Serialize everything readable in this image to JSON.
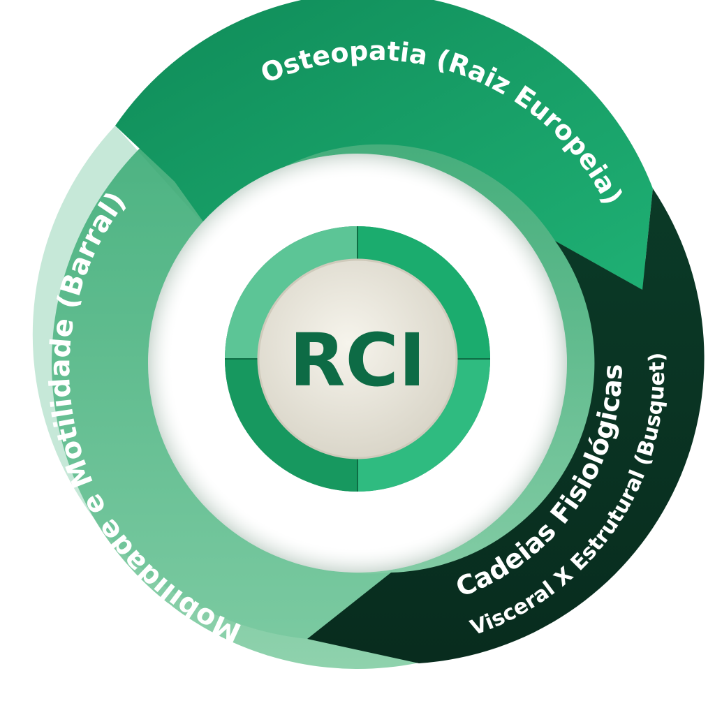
{
  "center": {
    "label": "RCI"
  },
  "segments": [
    {
      "id": "osteopatia",
      "label": "Osteopatia (Raiz Europeia)",
      "color": "#1fa46b"
    },
    {
      "id": "cadeias",
      "label": "Cadeias Fisiológicas",
      "sublabel": "Visceral X Estrutural (Busquet)",
      "color": "#0b3b28"
    },
    {
      "id": "mobilidade",
      "label": "Mobilidade e Motilidade (Barral)",
      "color": "#5cbc8e"
    }
  ],
  "colors": {
    "ring_light": "#6fc79c",
    "ring_mid": "#1fa46b",
    "ring_dark": "#0b3b28",
    "center_disc": "#ece9df",
    "center_quadrant_a": "#1b9a63",
    "center_quadrant_b": "#3cb57f",
    "center_text": "#0d6b45"
  }
}
